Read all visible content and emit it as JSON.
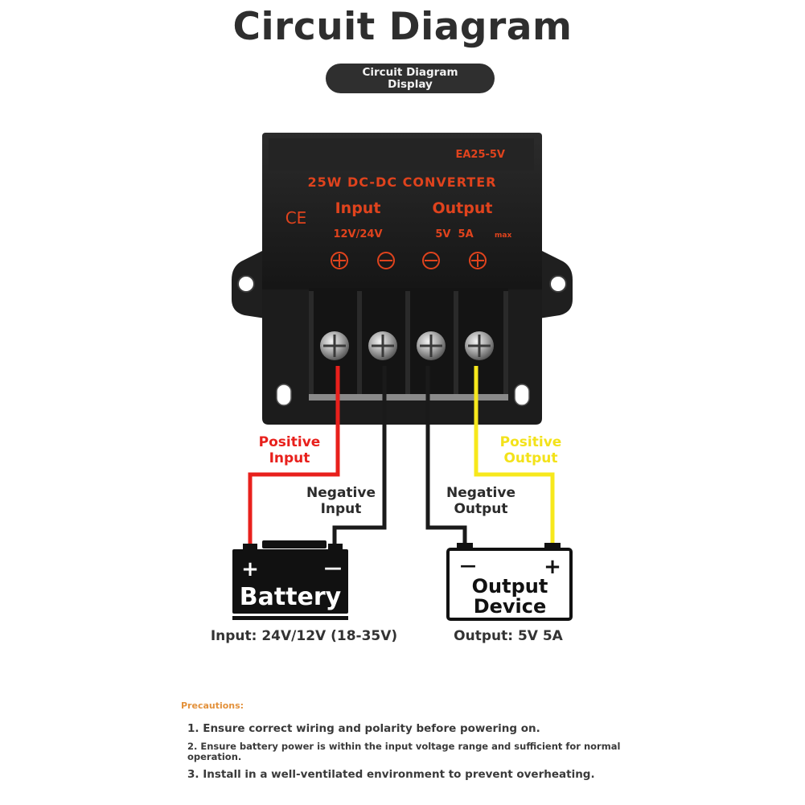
{
  "title": "Circuit Diagram",
  "subtitle": [
    "Circuit Diagram",
    "Display"
  ],
  "device": {
    "model": "EA25-5V",
    "name": "25W DC-DC CONVERTER",
    "mark": "CE",
    "input_label": "Input",
    "output_label": "Output",
    "input_rating": "12V/24V",
    "output_rating": "5V  5A",
    "output_rating_suffix": "max"
  },
  "wires": {
    "positive_input": [
      "Positive",
      "Input"
    ],
    "negative_input": [
      "Negative",
      "Input"
    ],
    "negative_output": [
      "Negative",
      "Output"
    ],
    "positive_output": [
      "Positive",
      "Output"
    ]
  },
  "battery": {
    "label": "Battery",
    "plus": "+",
    "minus": "—",
    "caption": "Input: 24V/12V (18-35V)"
  },
  "output_device": {
    "label": [
      "Output",
      "Device"
    ],
    "plus": "+",
    "minus": "—",
    "caption": "Output: 5V 5A"
  },
  "precautions": {
    "heading": "Precautions:",
    "items": [
      "1. Ensure correct wiring and polarity before powering on.",
      "2. Ensure battery power is within the input voltage range and sufficient for normal operation.",
      "3. Install in a well-ventilated environment to prevent overheating."
    ]
  },
  "colors": {
    "positive_input_wire": "#e8201c",
    "negative_wire": "#1a1a1a",
    "positive_output_wire": "#f7e81c",
    "device_print": "#e0431d",
    "precautions_heading": "#e3913b"
  }
}
